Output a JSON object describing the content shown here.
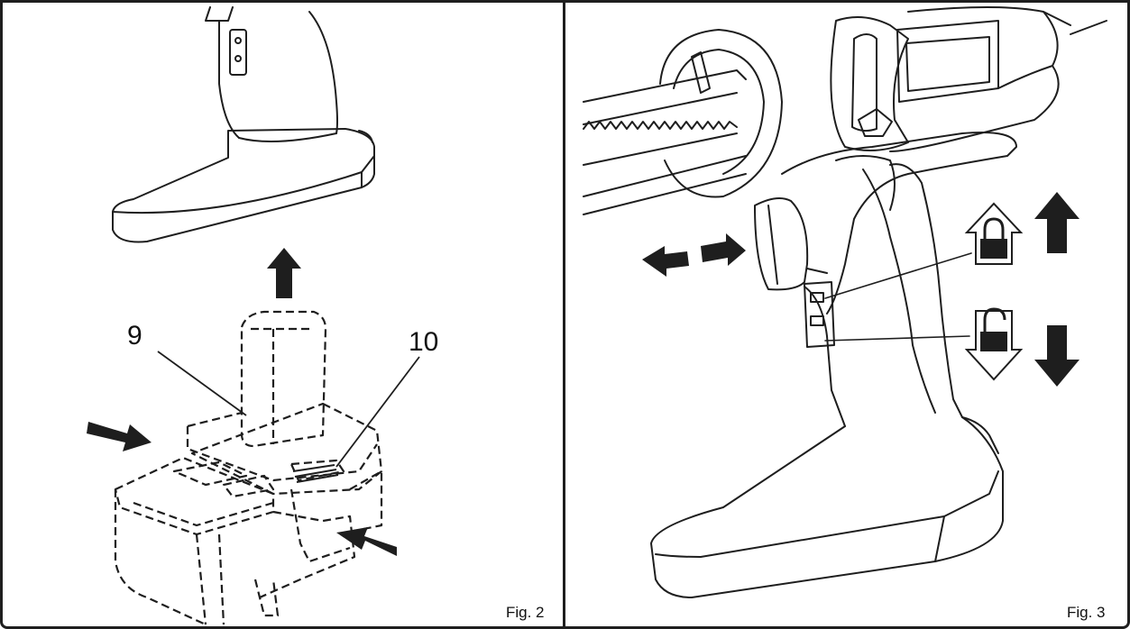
{
  "figures": [
    {
      "label": "Fig. 2",
      "callouts": [
        "9",
        "10"
      ],
      "icons": [
        "arrow-up-icon",
        "arrow-right-icon",
        "arrow-left-up-icon",
        "dashed-battery-pack"
      ]
    },
    {
      "label": "Fig. 3",
      "icons": [
        "double-arrow-horizontal-icon",
        "lock-closed-icon",
        "lock-open-icon",
        "arrow-up-icon",
        "arrow-down-icon"
      ]
    }
  ],
  "colors": {
    "ink": "#1e1e1e",
    "paper": "#ffffff"
  }
}
